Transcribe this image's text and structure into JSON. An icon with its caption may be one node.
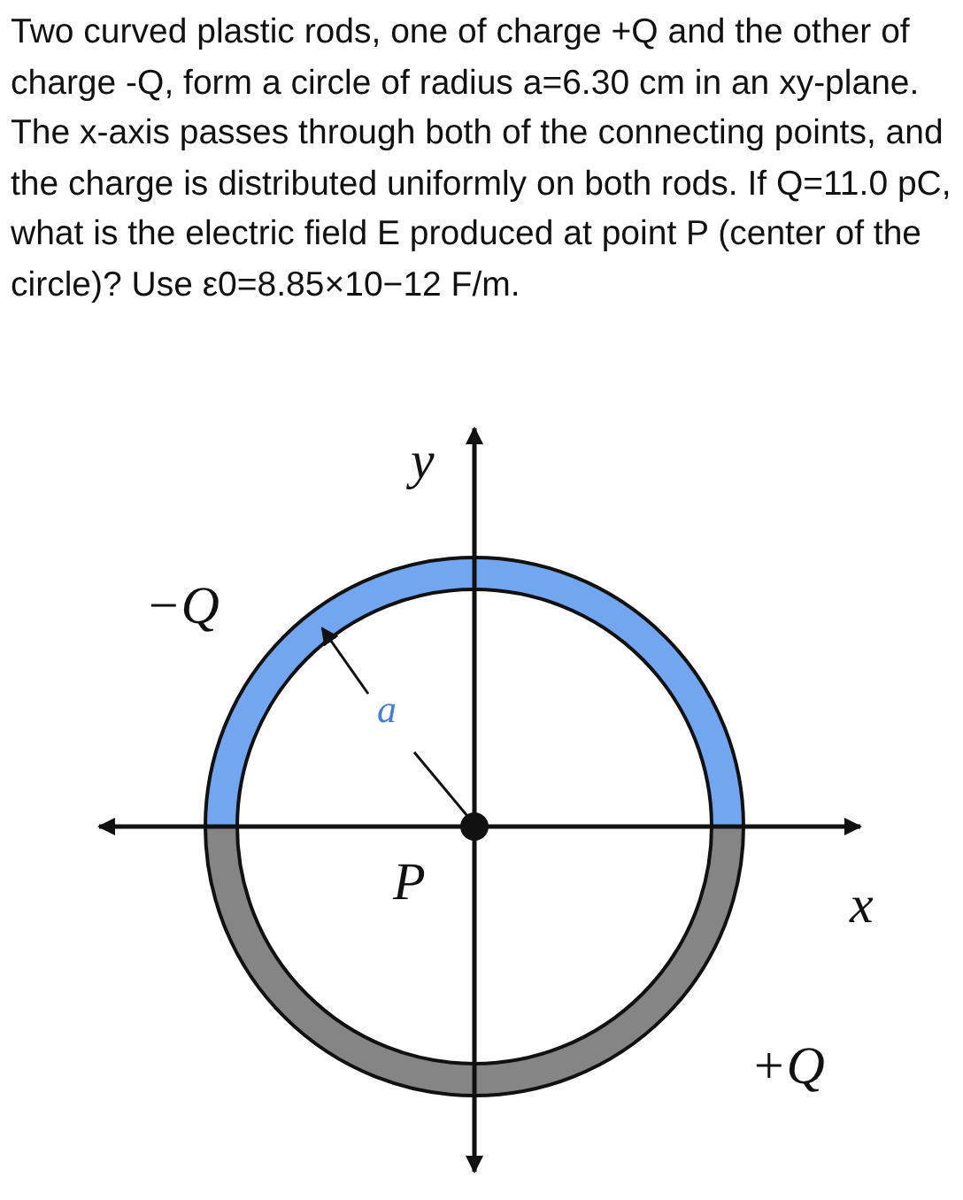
{
  "diagram": {
    "title": "Two curved plastic rods, one of charge +Q and the other of charge -Q, form a circle of radius a=6.30 cm in an xy-plane. The x-axis passes through both of the connecting points, and the charge is distributed uniformly on both rods. If Q=11.0 pC, what is the electric field E produced at point P (center of the circle)? Use ε0=8.85×10−12 F/m.",
    "labels": [
      "y",
      "−Q",
      "a",
      "P",
      "x",
      "+Q"
    ]
  }
}
